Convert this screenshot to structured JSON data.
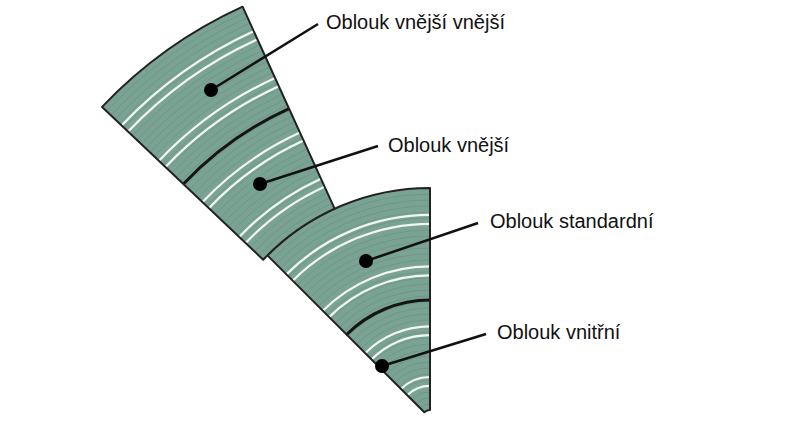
{
  "diagram": {
    "labels": [
      "Oblouk vnější vnější",
      "Oblouk vnější",
      "Oblouk standardní",
      "Oblouk vnitřní"
    ]
  }
}
